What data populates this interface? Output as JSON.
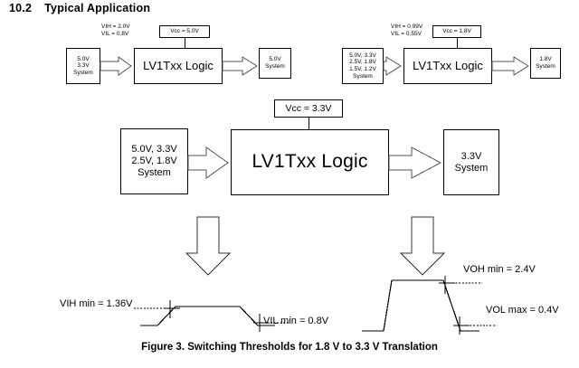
{
  "heading": {
    "number": "10.2",
    "title": "Typical Application"
  },
  "caption": "Figure 3.  Switching Thresholds for 1.8 V to 3.3 V Translation",
  "diagrams": {
    "top_left": {
      "input_box": {
        "line1": "5.0V",
        "line2": "3.3V",
        "line3": "System"
      },
      "logic_box": {
        "label": "LV1Txx Logic"
      },
      "output_box": {
        "line1": "5.0V",
        "line2": "System"
      },
      "vcc_box": {
        "label": "Vcc = 5.0V"
      },
      "threshold_vih": "VIH = 2.0V",
      "threshold_vil": "VIL = 0.8V"
    },
    "top_right": {
      "input_box": {
        "line1": "5.0V, 3.3V",
        "line2": "2.5V, 1.8V",
        "line3": "1.5V, 1.2V",
        "line4": "System"
      },
      "logic_box": {
        "label": "LV1Txx Logic"
      },
      "output_box": {
        "line1": "1.8V",
        "line2": "System"
      },
      "vcc_box": {
        "label": "Vcc = 1.8V"
      },
      "threshold_vih": "VIH = 0.99V",
      "threshold_vil": "VIL = 0.55V"
    },
    "center": {
      "input_box": {
        "line1": "5.0V, 3.3V",
        "line2": "2.5V, 1.8V",
        "line3": "System"
      },
      "logic_box": {
        "label": "LV1Txx Logic"
      },
      "output_box": {
        "line1": "3.3V",
        "line2": "System"
      },
      "vcc_box": {
        "label": "Vcc = 3.3V"
      }
    }
  },
  "waveforms": {
    "input": {
      "vih_label": "VIH min = 1.36V",
      "vil_label": "VIL min = 0.8V"
    },
    "output": {
      "voh_label": "VOH min = 2.4V",
      "vol_label": "VOL max = 0.4V"
    }
  }
}
